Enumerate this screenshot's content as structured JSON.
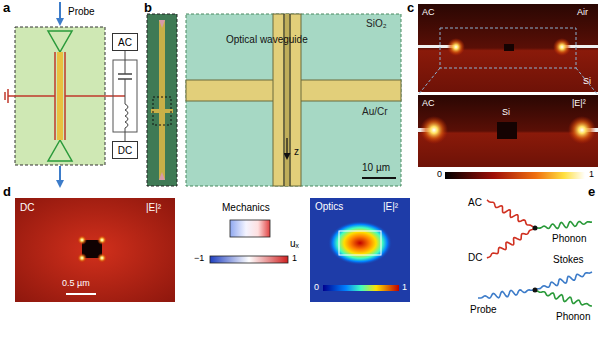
{
  "diagram": {
    "nodes": [
      {
        "text": [
          "AC"
        ]
      },
      {
        "text": [
          "DC"
        ]
      }
    ],
    "labels": [
      "a",
      "Probe",
      "b",
      "SiO₂",
      "Optical waveguide",
      "Au/Cr",
      "z",
      "10 µm",
      "c",
      "AC",
      "Air",
      "Si",
      "AC",
      "|E|²",
      "Si",
      "0",
      "1",
      "d",
      "DC",
      "|E|²",
      "0.5 µm",
      "Mechanics",
      "uₓ",
      "−1",
      "1",
      "Optics",
      "|E|²",
      "0",
      "1",
      "e",
      "AC",
      "DC",
      "Phonon",
      "Probe",
      "Stokes",
      "Phonon"
    ]
  }
}
